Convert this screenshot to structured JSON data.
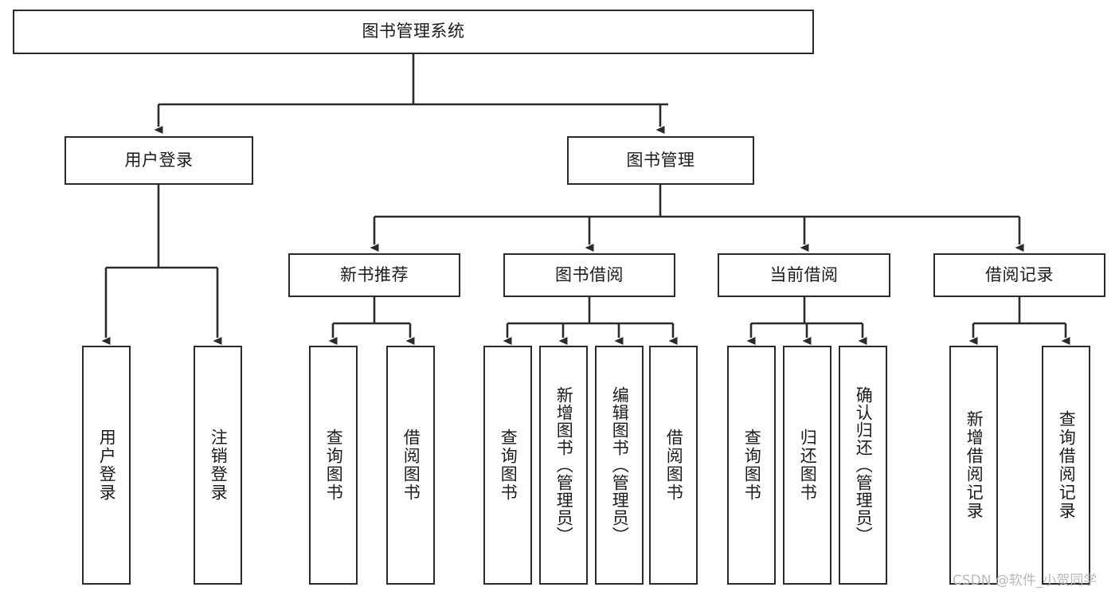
{
  "diagram": {
    "title": "图书管理系统",
    "type": "tree-hierarchy",
    "root": {
      "id": "root",
      "label": "图书管理系统"
    },
    "level2": [
      {
        "id": "user-login",
        "label": "用户登录"
      },
      {
        "id": "book-manage",
        "label": "图书管理"
      }
    ],
    "level3": [
      {
        "id": "new-book-recommend",
        "label": "新书推荐",
        "parent": "book-manage"
      },
      {
        "id": "book-borrow",
        "label": "图书借阅",
        "parent": "book-manage"
      },
      {
        "id": "current-borrow",
        "label": "当前借阅",
        "parent": "book-manage"
      },
      {
        "id": "borrow-record",
        "label": "借阅记录",
        "parent": "book-manage"
      }
    ],
    "leaves": {
      "user-login": [
        {
          "id": "leaf-user-login",
          "label": "用户登录"
        },
        {
          "id": "leaf-logout",
          "label": "注销登录"
        }
      ],
      "new-book-recommend": [
        {
          "id": "leaf-query-book-1",
          "label": "查询图书"
        },
        {
          "id": "leaf-borrow-book-1",
          "label": "借阅图书"
        }
      ],
      "book-borrow": [
        {
          "id": "leaf-query-book-2",
          "label": "查询图书"
        },
        {
          "id": "leaf-add-book",
          "label": "新增图书（管理员）"
        },
        {
          "id": "leaf-edit-book",
          "label": "编辑图书（管理员）"
        },
        {
          "id": "leaf-borrow-book-2",
          "label": "借阅图书"
        }
      ],
      "current-borrow": [
        {
          "id": "leaf-query-book-3",
          "label": "查询图书"
        },
        {
          "id": "leaf-return-book",
          "label": "归还图书"
        },
        {
          "id": "leaf-confirm-return",
          "label": "确认归还（管理员）"
        }
      ],
      "borrow-record": [
        {
          "id": "leaf-add-record",
          "label": "新增借阅记录"
        },
        {
          "id": "leaf-query-record",
          "label": "查询借阅记录"
        }
      ]
    }
  },
  "watermark": {
    "text": "CSDN @软件_小贺同学",
    "color": "#b9b9b9"
  },
  "style": {
    "stroke": "#2b2b2b",
    "background": "#ffffff",
    "text": "#1b1b1b"
  }
}
